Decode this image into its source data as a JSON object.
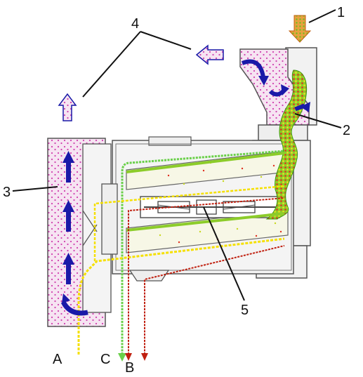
{
  "colors": {
    "background": "#ffffff",
    "outline": "#555555",
    "casing_fill": "#f2f2f2",
    "air_pink": "#e6a0d8",
    "air_dots": "#d040b0",
    "air_arrow": "#1a1aa8",
    "grain_yellow": "#f5e020",
    "grain_green": "#6cc020",
    "feed_orange": "#e89030",
    "stream_green": "#6ad04a",
    "stream_yellow": "#f5e000",
    "stream_red": "#c02010"
  },
  "labels": {
    "n1": "1",
    "n2": "2",
    "n3": "3",
    "n4": "4",
    "n5": "5",
    "A": "A",
    "B": "B",
    "C": "C"
  }
}
